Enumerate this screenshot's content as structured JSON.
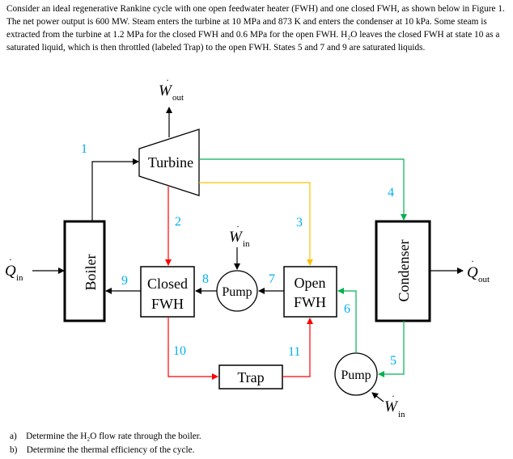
{
  "problem": {
    "paragraph": "Consider an ideal regenerative Rankine cycle with one open feedwater heater (FWH) and one closed FWH, as shown below in Figure 1. The net power output is 600 MW. Steam enters the turbine at 10 MPa and 873 K and enters the condenser at 10 kPa. Some steam is extracted from the turbine at 1.2 MPa for the closed FWH and 0.6 MPa for the open FWH. H₂O leaves the closed FWH at state 10 as a saturated liquid, which is then throttled (labeled Trap) to the open FWH. States 5 and 7 and 9 are saturated liquids."
  },
  "questions": [
    {
      "label": "a)",
      "text": "Determine the H₂O flow rate through the boiler."
    },
    {
      "label": "b)",
      "text": "Determine the thermal efficiency of the cycle."
    }
  ],
  "diagram": {
    "components": {
      "turbine": "Turbine",
      "boiler": "Boiler",
      "condenser": "Condenser",
      "closed_fwh": [
        "Closed",
        "FWH"
      ],
      "open_fwh": [
        "Open",
        "FWH"
      ],
      "pump": "Pump",
      "trap": "Trap"
    },
    "symbols": {
      "work_symbol": "W",
      "heat_symbol": "Q",
      "sub_out": "out",
      "sub_in": "in"
    },
    "state_numbers": [
      "1",
      "2",
      "3",
      "4",
      "5",
      "6",
      "7",
      "8",
      "9",
      "10",
      "11"
    ],
    "colors": {
      "black_line": "#000000",
      "red_line": "#ff0000",
      "yellow_line": "#ffc000",
      "green_line": "#00b050",
      "state_label": "#00b0f0",
      "state_label_red": "#e05050"
    }
  }
}
